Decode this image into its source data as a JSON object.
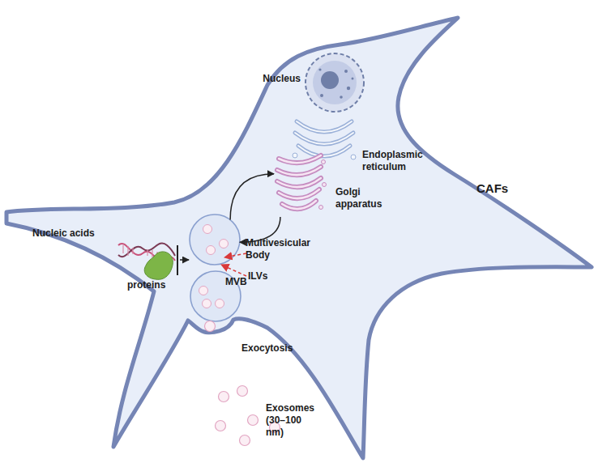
{
  "diagram": {
    "nodes": [
      {
        "text": [
          "CAFs"
        ]
      },
      {
        "text": [
          "Nucleus"
        ],
        "in": 0
      },
      {
        "text": [
          "Endoplasmic reticulum"
        ],
        "in": 0
      },
      {
        "text": [
          "Golgi apparatus"
        ],
        "in": 0
      },
      {
        "text": [
          "Multivesicular Body"
        ],
        "in": 0
      },
      {
        "text": [
          "MVB"
        ],
        "in": 0
      }
    ],
    "edges": [
      {
        "from": 4,
        "to": 3,
        "arrow": "to"
      },
      {
        "from": 3,
        "to": 4,
        "arrow": "to"
      }
    ],
    "labels": [
      "Nucleic acids",
      "proteins",
      "ILVs",
      "Exocytosis",
      "Exosomes (30–100 nm)"
    ]
  }
}
